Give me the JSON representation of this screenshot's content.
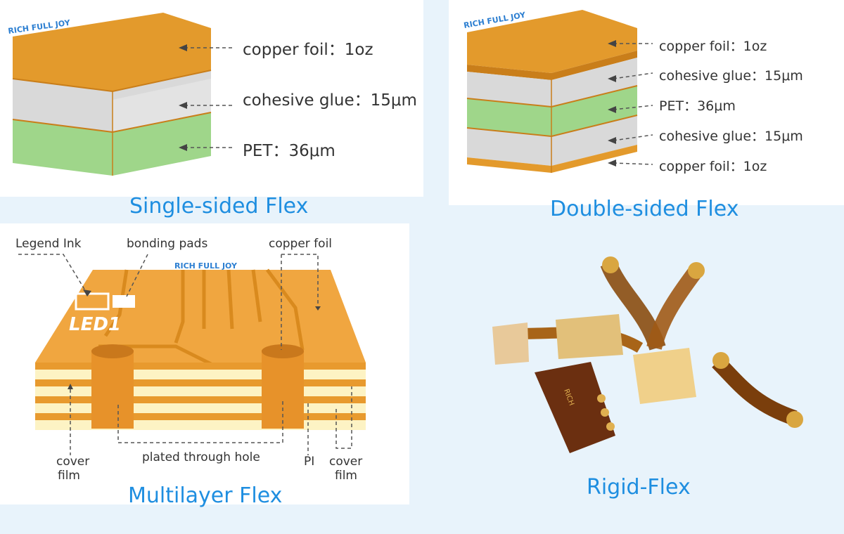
{
  "single": {
    "brand": "RICH FULL JOY",
    "labels": [
      "copper foil：1oz",
      "cohesive glue：15μm",
      "PET：36μm"
    ],
    "caption": "Single-sided Flex"
  },
  "double": {
    "brand": "RICH FULL JOY",
    "labels": [
      "copper foil：1oz",
      "cohesive glue：15μm",
      "PET：36μm",
      "cohesive glue：15μm",
      "copper foil：1oz"
    ],
    "caption": "Double-sided Flex"
  },
  "multi": {
    "brand": "RICH FULL JOY",
    "labels": {
      "legend_ink": "Legend Ink",
      "bonding_pads": "bonding pads",
      "copper_foil": "copper foil",
      "led": "LED1",
      "cover_film_left_1": "cover",
      "cover_film_left_2": "film",
      "plated_through_hole": "plated through hole",
      "pi": "PI",
      "cover_film_right_1": "cover",
      "cover_film_right_2": "film"
    },
    "caption": "Multilayer Flex"
  },
  "rigid": {
    "caption": "Rigid-Flex",
    "board_text": "RICH"
  },
  "colors": {
    "copper": "#e39a2c",
    "copper_top": "#f0a640",
    "glue": "#d9d9d9",
    "pet": "#9fd68a",
    "caption": "#1e8ee0",
    "brand": "#2d7fd1"
  }
}
